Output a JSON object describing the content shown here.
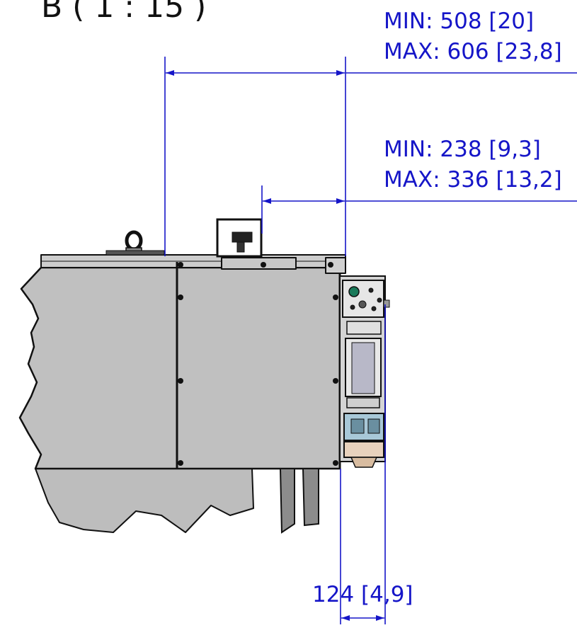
{
  "view_label": "B ( 1 : 15 )",
  "dimensions": {
    "overall": {
      "min": "MIN: 508 [20]",
      "max": "MAX: 606 [23,8]"
    },
    "offset": {
      "min": "MIN: 238 [9,3]",
      "max": "MAX: 336 [13,2]"
    },
    "width": {
      "text": "124 [4,9]"
    }
  },
  "colors": {
    "dimension_line": "#1515c8",
    "body_fill": "#bcbcbc",
    "outline": "#111111"
  }
}
